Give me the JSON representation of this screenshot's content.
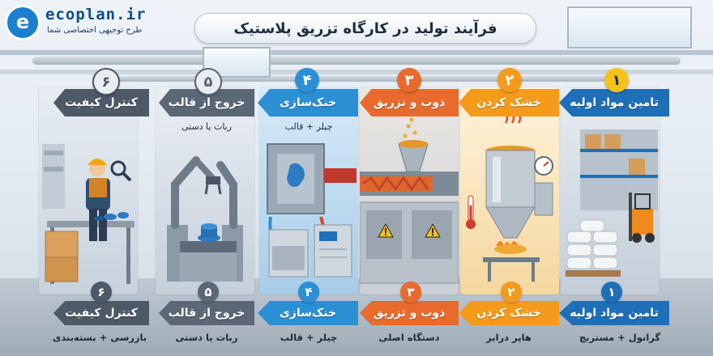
{
  "logo": {
    "letter": "e",
    "name": "ecoplan.ir",
    "tagline": "طرح توجیهی اختصاصی شما"
  },
  "title": "فرآیند تولید در کارگاه تزریق پلاستیک",
  "colors": {
    "step1": "#1e6fb8",
    "step2": "#f59a1b",
    "step3": "#e86a2c",
    "step4": "#2b8fd3",
    "step5": "#5a6775",
    "step6": "#4d5966"
  },
  "steps": [
    {
      "num": "۱",
      "title": "تامین مواد اولیه",
      "bottom_title": "تامین مواد اولیه",
      "bottom_sub": "گرانول + مستربچ"
    },
    {
      "num": "۲",
      "title": "خشک کردن",
      "bottom_title": "خشک کردن",
      "bottom_sub": "هاپر درایر"
    },
    {
      "num": "۳",
      "title": "ذوب و تزریق",
      "bottom_title": "ذوب و تزریق",
      "bottom_sub": "دستگاه اصلی"
    },
    {
      "num": "۴",
      "title": "خنک‌سازی",
      "top_sub": "چیلر + قالب",
      "bottom_title": "خنک‌سازی",
      "bottom_sub": "چیلر + قالب"
    },
    {
      "num": "۵",
      "title": "خروج از قالب",
      "top_sub": "ربات یا دستی",
      "bottom_title": "خروج از قالب",
      "bottom_sub": "ربات یا دستی"
    },
    {
      "num": "۶",
      "title": "کنترل کیفیت",
      "bottom_title": "کنترل کیفیت",
      "bottom_sub": "بازرسی + بسته‌بندی"
    }
  ],
  "icons": [
    "warning-sign-icon",
    "thermometer-icon",
    "pressure-gauge-icon",
    "magnifier-icon"
  ]
}
